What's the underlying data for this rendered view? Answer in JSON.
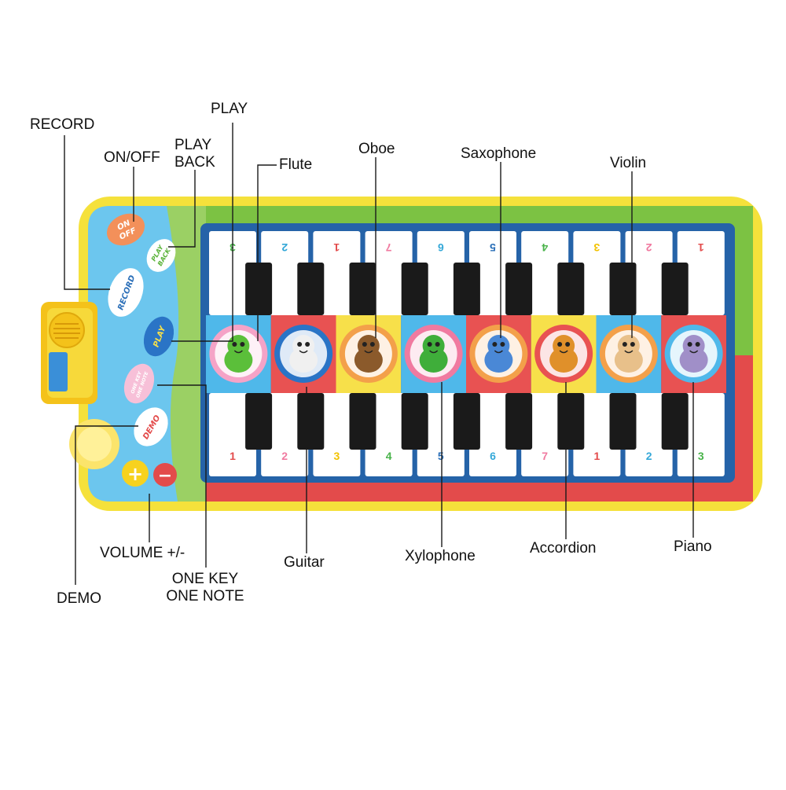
{
  "mat_buttons": {
    "on_off": [
      "ON",
      "OFF"
    ],
    "play_back": [
      "PLAY",
      "BACK"
    ],
    "record": "RECORD",
    "play": "PLAY",
    "one_key": [
      "ONE KEY",
      "ONE NOTE"
    ],
    "demo": "DEMO",
    "volume_up": "+",
    "volume_down": "−"
  },
  "keys": {
    "top_numbers": [
      "3",
      "2",
      "1",
      "7",
      "6",
      "5",
      "4",
      "3",
      "2",
      "1"
    ],
    "bottom_numbers": [
      "1",
      "2",
      "3",
      "4",
      "5",
      "6",
      "7",
      "1",
      "2",
      "3"
    ],
    "number_colors": [
      "#e34b4b",
      "#f07aa0",
      "#f2c200",
      "#49b34a",
      "#2a6fb8",
      "#35a8d8",
      "#f07aa0",
      "#e34b4b",
      "#35a8d8",
      "#49b34a"
    ]
  },
  "instruments": [
    {
      "animal": "frog",
      "bg": "#4fb8ea",
      "circle": "#f5a3c7",
      "body": "#5bbf3a"
    },
    {
      "animal": "zebra",
      "bg": "#e85252",
      "circle": "#2a74c6",
      "body": "#f0f0f0"
    },
    {
      "animal": "monkey",
      "bg": "#f7e04a",
      "circle": "#f3a04a",
      "body": "#8b5a2b"
    },
    {
      "animal": "crocodile",
      "bg": "#4fb8ea",
      "circle": "#f07aa0",
      "body": "#3fae3a"
    },
    {
      "animal": "elephant",
      "bg": "#e85252",
      "circle": "#f3a04a",
      "body": "#4a88d6"
    },
    {
      "animal": "lion",
      "bg": "#f7e04a",
      "circle": "#e85252",
      "body": "#e0902a"
    },
    {
      "animal": "dog",
      "bg": "#4fb8ea",
      "circle": "#f3a04a",
      "body": "#e8c08a"
    },
    {
      "animal": "hippo",
      "bg": "#e85252",
      "circle": "#4fb8ea",
      "body": "#a08fc8"
    }
  ],
  "labels": {
    "record": "RECORD",
    "on_off": "ON/OFF",
    "play_back": [
      "PLAY",
      "BACK"
    ],
    "play": "PLAY",
    "flute": "Flute",
    "oboe": "Oboe",
    "saxophone": "Saxophone",
    "violin": "Violin",
    "volume": "VOLUME +/-",
    "demo": "DEMO",
    "one_key": [
      "ONE KEY",
      "ONE NOTE"
    ],
    "guitar": "Guitar",
    "xylophone": "Xylophone",
    "accordion": "Accordion",
    "piano": "Piano"
  },
  "colors": {
    "mat_border": "#f5e13b",
    "top_band": "#7cc243",
    "bottom_band": "#e34b4b",
    "left_panel": "#6cc6ee",
    "key_frame": "#2563a8",
    "speaker": "#f7d21e"
  }
}
